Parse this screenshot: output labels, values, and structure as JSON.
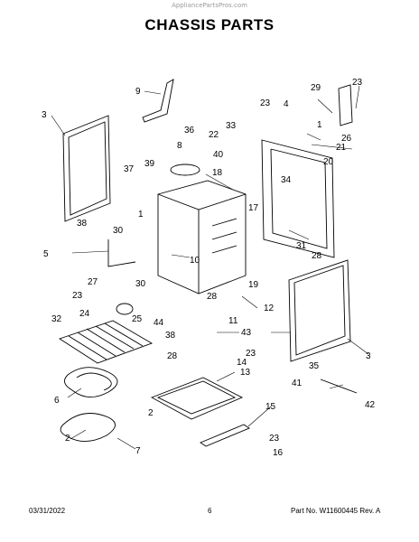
{
  "watermark": "AppliancePartsPros.com",
  "title": "CHASSIS PARTS",
  "footer": {
    "date": "03/31/2022",
    "page": "6",
    "part_no": "Part No. W11600445  Rev. A"
  },
  "callouts": {
    "c1": "1",
    "c2": "2",
    "c2b": "2",
    "c3": "3",
    "c3b": "3",
    "c4": "4",
    "c5": "5",
    "c6": "6",
    "c7": "7",
    "c8": "8",
    "c9": "9",
    "c10": "10",
    "c11": "11",
    "c12": "12",
    "c13": "13",
    "c14": "14",
    "c15": "15",
    "c16": "16",
    "c17": "17",
    "c18": "18",
    "c19": "19",
    "c20": "20",
    "c21": "21",
    "c22": "22",
    "c23a": "23",
    "c23b": "23",
    "c23c": "23",
    "c23d": "23",
    "c23e": "23",
    "c24": "24",
    "c25": "25",
    "c26": "26",
    "c27": "27",
    "c28a": "28",
    "c28b": "28",
    "c28c": "28",
    "c29": "29",
    "c30": "30",
    "c31": "31",
    "c32": "32",
    "c33": "33",
    "c34": "34",
    "c35": "35",
    "c36": "36",
    "c37": "37",
    "c38a": "38",
    "c38b": "38",
    "c39": "39",
    "c40": "40",
    "c41": "41",
    "c42": "42",
    "c43": "43",
    "c44": "44"
  }
}
